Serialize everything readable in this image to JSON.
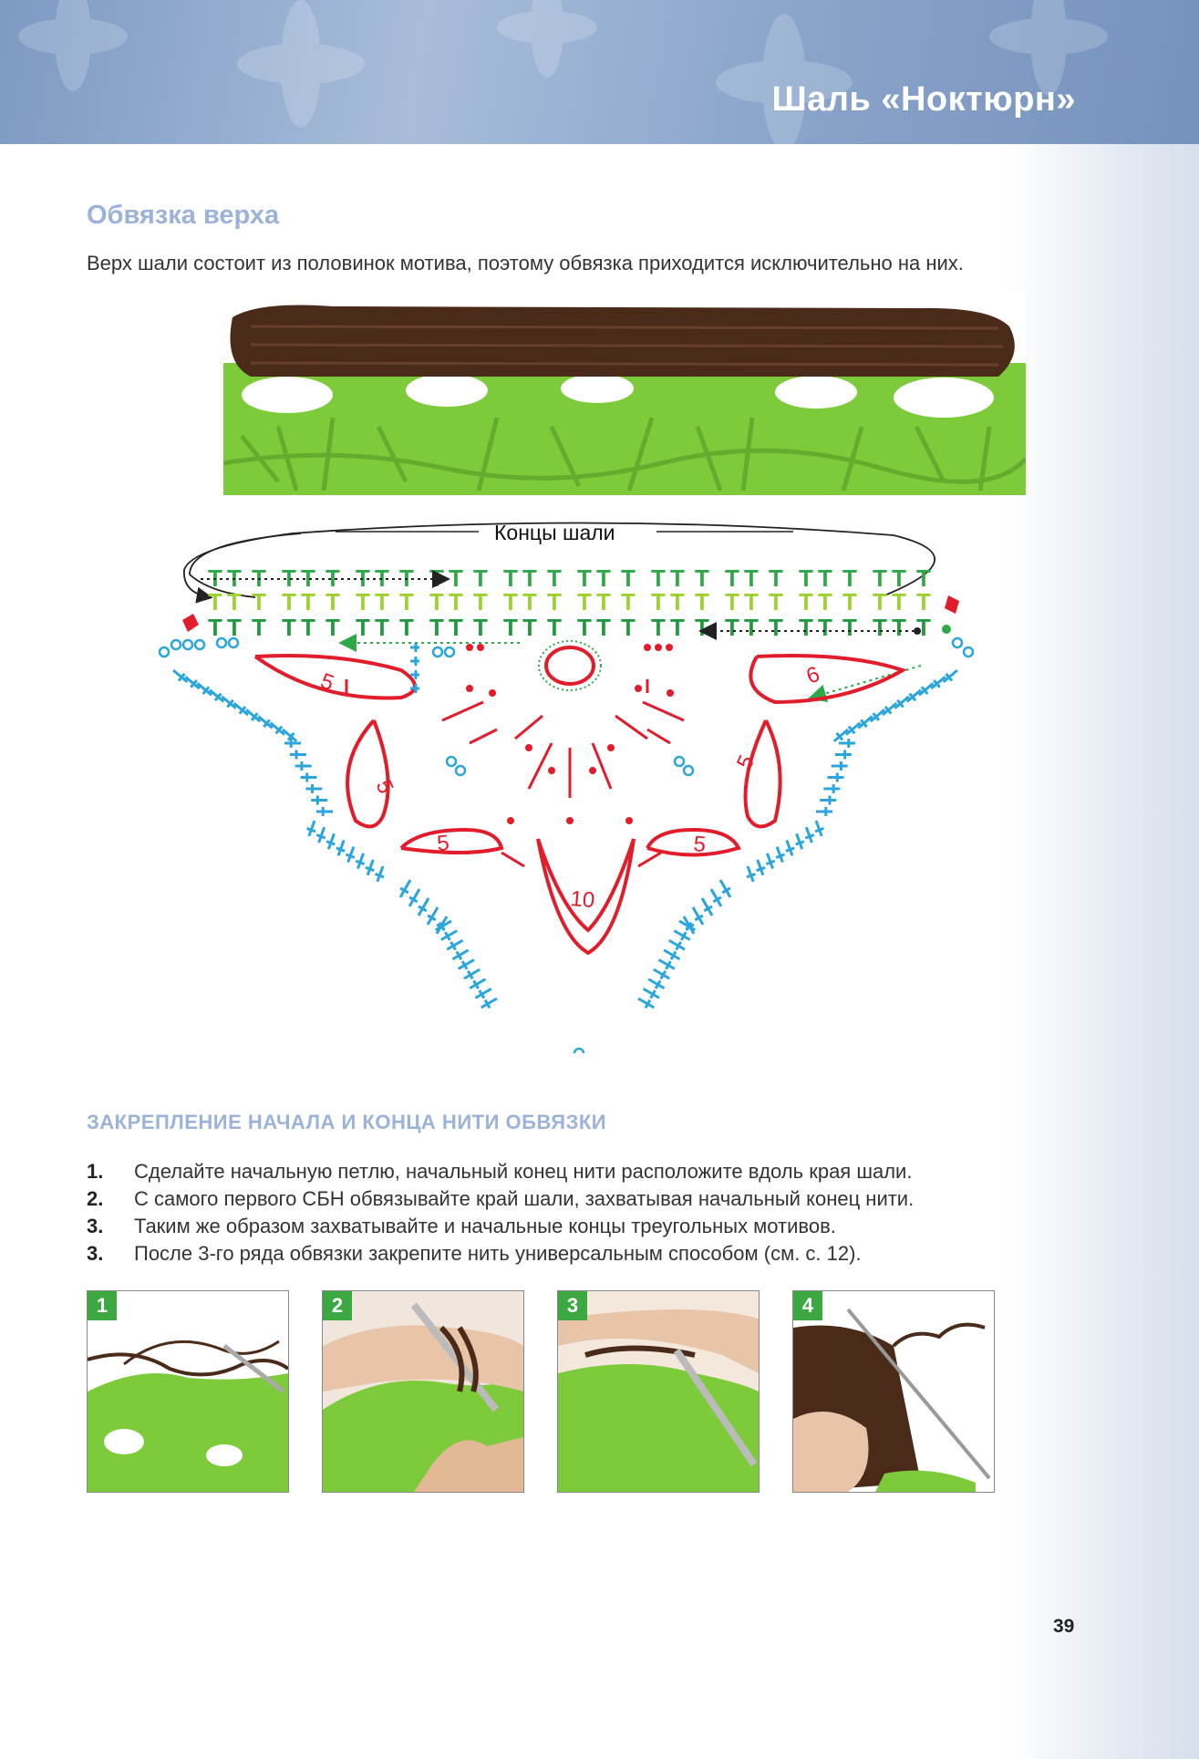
{
  "header": {
    "title": "Шаль «Ноктюрн»"
  },
  "section": {
    "title": "Обвязка верха",
    "intro": "Верх шали состоит из половинок мотива, поэтому обвязка приходится исключительно на них."
  },
  "diagram": {
    "label": "Концы шали",
    "loop_counts": [
      "5",
      "6",
      "5",
      "5",
      "5",
      "5",
      "10"
    ],
    "colors": {
      "row1": "#2fa84a",
      "row2": "#9bd230",
      "row3": "#1f9a3e",
      "blue": "#2aa5dd",
      "red": "#e21c2a",
      "brown": "#4a2a18",
      "green_yarn": "#7dcb3a"
    }
  },
  "fastening": {
    "title": "ЗАКРЕПЛЕНИЕ НАЧАЛА И КОНЦА НИТИ ОБВЯЗКИ",
    "steps": [
      {
        "num": "1.",
        "text": "Сделайте начальную петлю, начальный конец нити расположите вдоль края шали."
      },
      {
        "num": "2.",
        "text": "С самого первого СБН обвязывайте край шали, захватывая начальный конец нити."
      },
      {
        "num": "3.",
        "text": "Таким же образом захватывайте и начальные концы треугольных мотивов."
      },
      {
        "num": "3.",
        "text": "После 3-го ряда обвязки закрепите нить универсальным способом (см. с. 12)."
      }
    ]
  },
  "photos": {
    "badges": [
      "1",
      "2",
      "3",
      "4"
    ]
  },
  "page_number": "39"
}
